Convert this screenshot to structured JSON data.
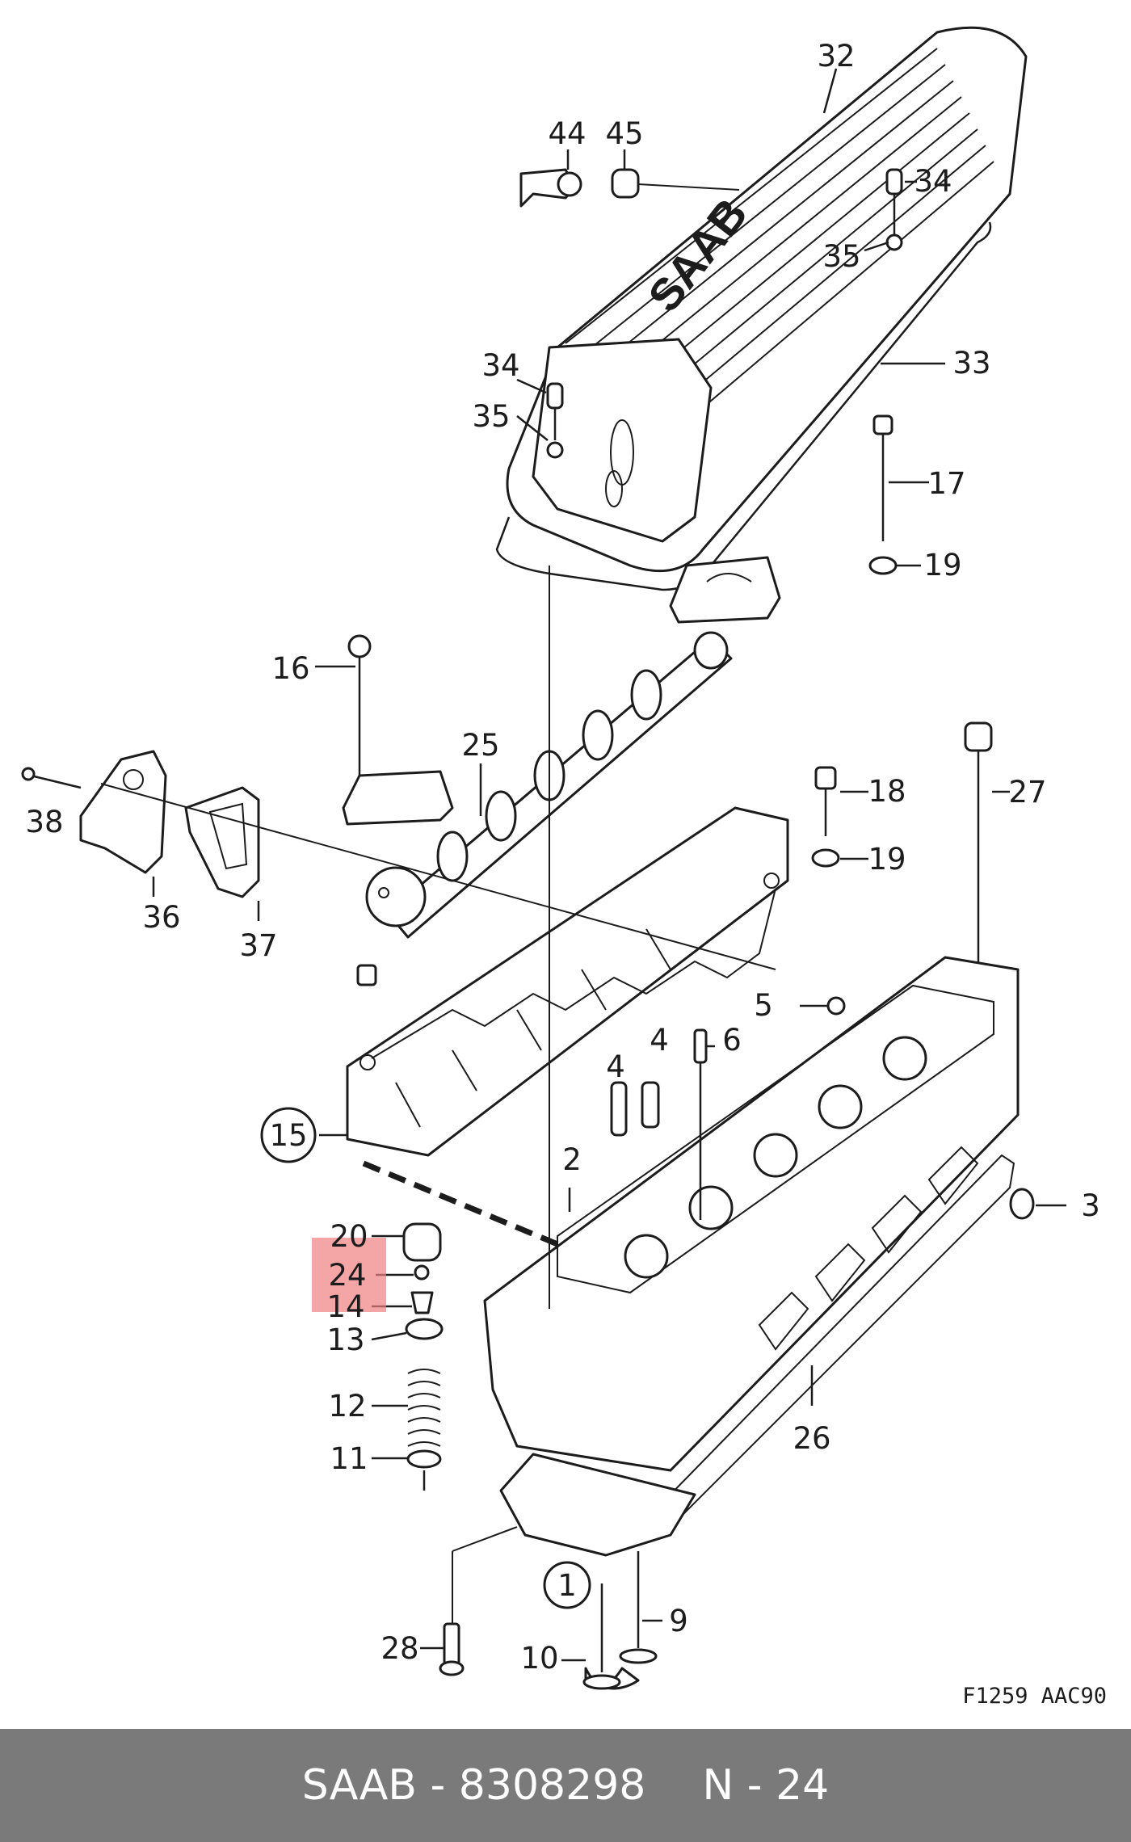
{
  "diagram": {
    "callouts": {
      "p1": "1",
      "p2": "2",
      "p3": "3",
      "p4a": "4",
      "p4b": "4",
      "p5": "5",
      "p6": "6",
      "p9": "9",
      "p10": "10",
      "p11": "11",
      "p12": "12",
      "p13": "13",
      "p14": "14",
      "p15": "15",
      "p16": "16",
      "p17": "17",
      "p18": "18",
      "p19a": "19",
      "p19b": "19",
      "p20": "20",
      "p24": "24",
      "p25": "25",
      "p26": "26",
      "p27": "27",
      "p28": "28",
      "p32": "32",
      "p33": "33",
      "p34a": "34",
      "p34b": "34",
      "p35a": "35",
      "p35b": "35",
      "p36": "36",
      "p37": "37",
      "p38": "38",
      "p44": "44",
      "p45": "45"
    },
    "highlighted_part": "24",
    "highlight_color": "#f08080",
    "cover_logo": "SAAB",
    "figure_code": "F1259  AAC90"
  },
  "footer": {
    "brand_part": "SAAB - 8308298",
    "page": "N - 24"
  }
}
